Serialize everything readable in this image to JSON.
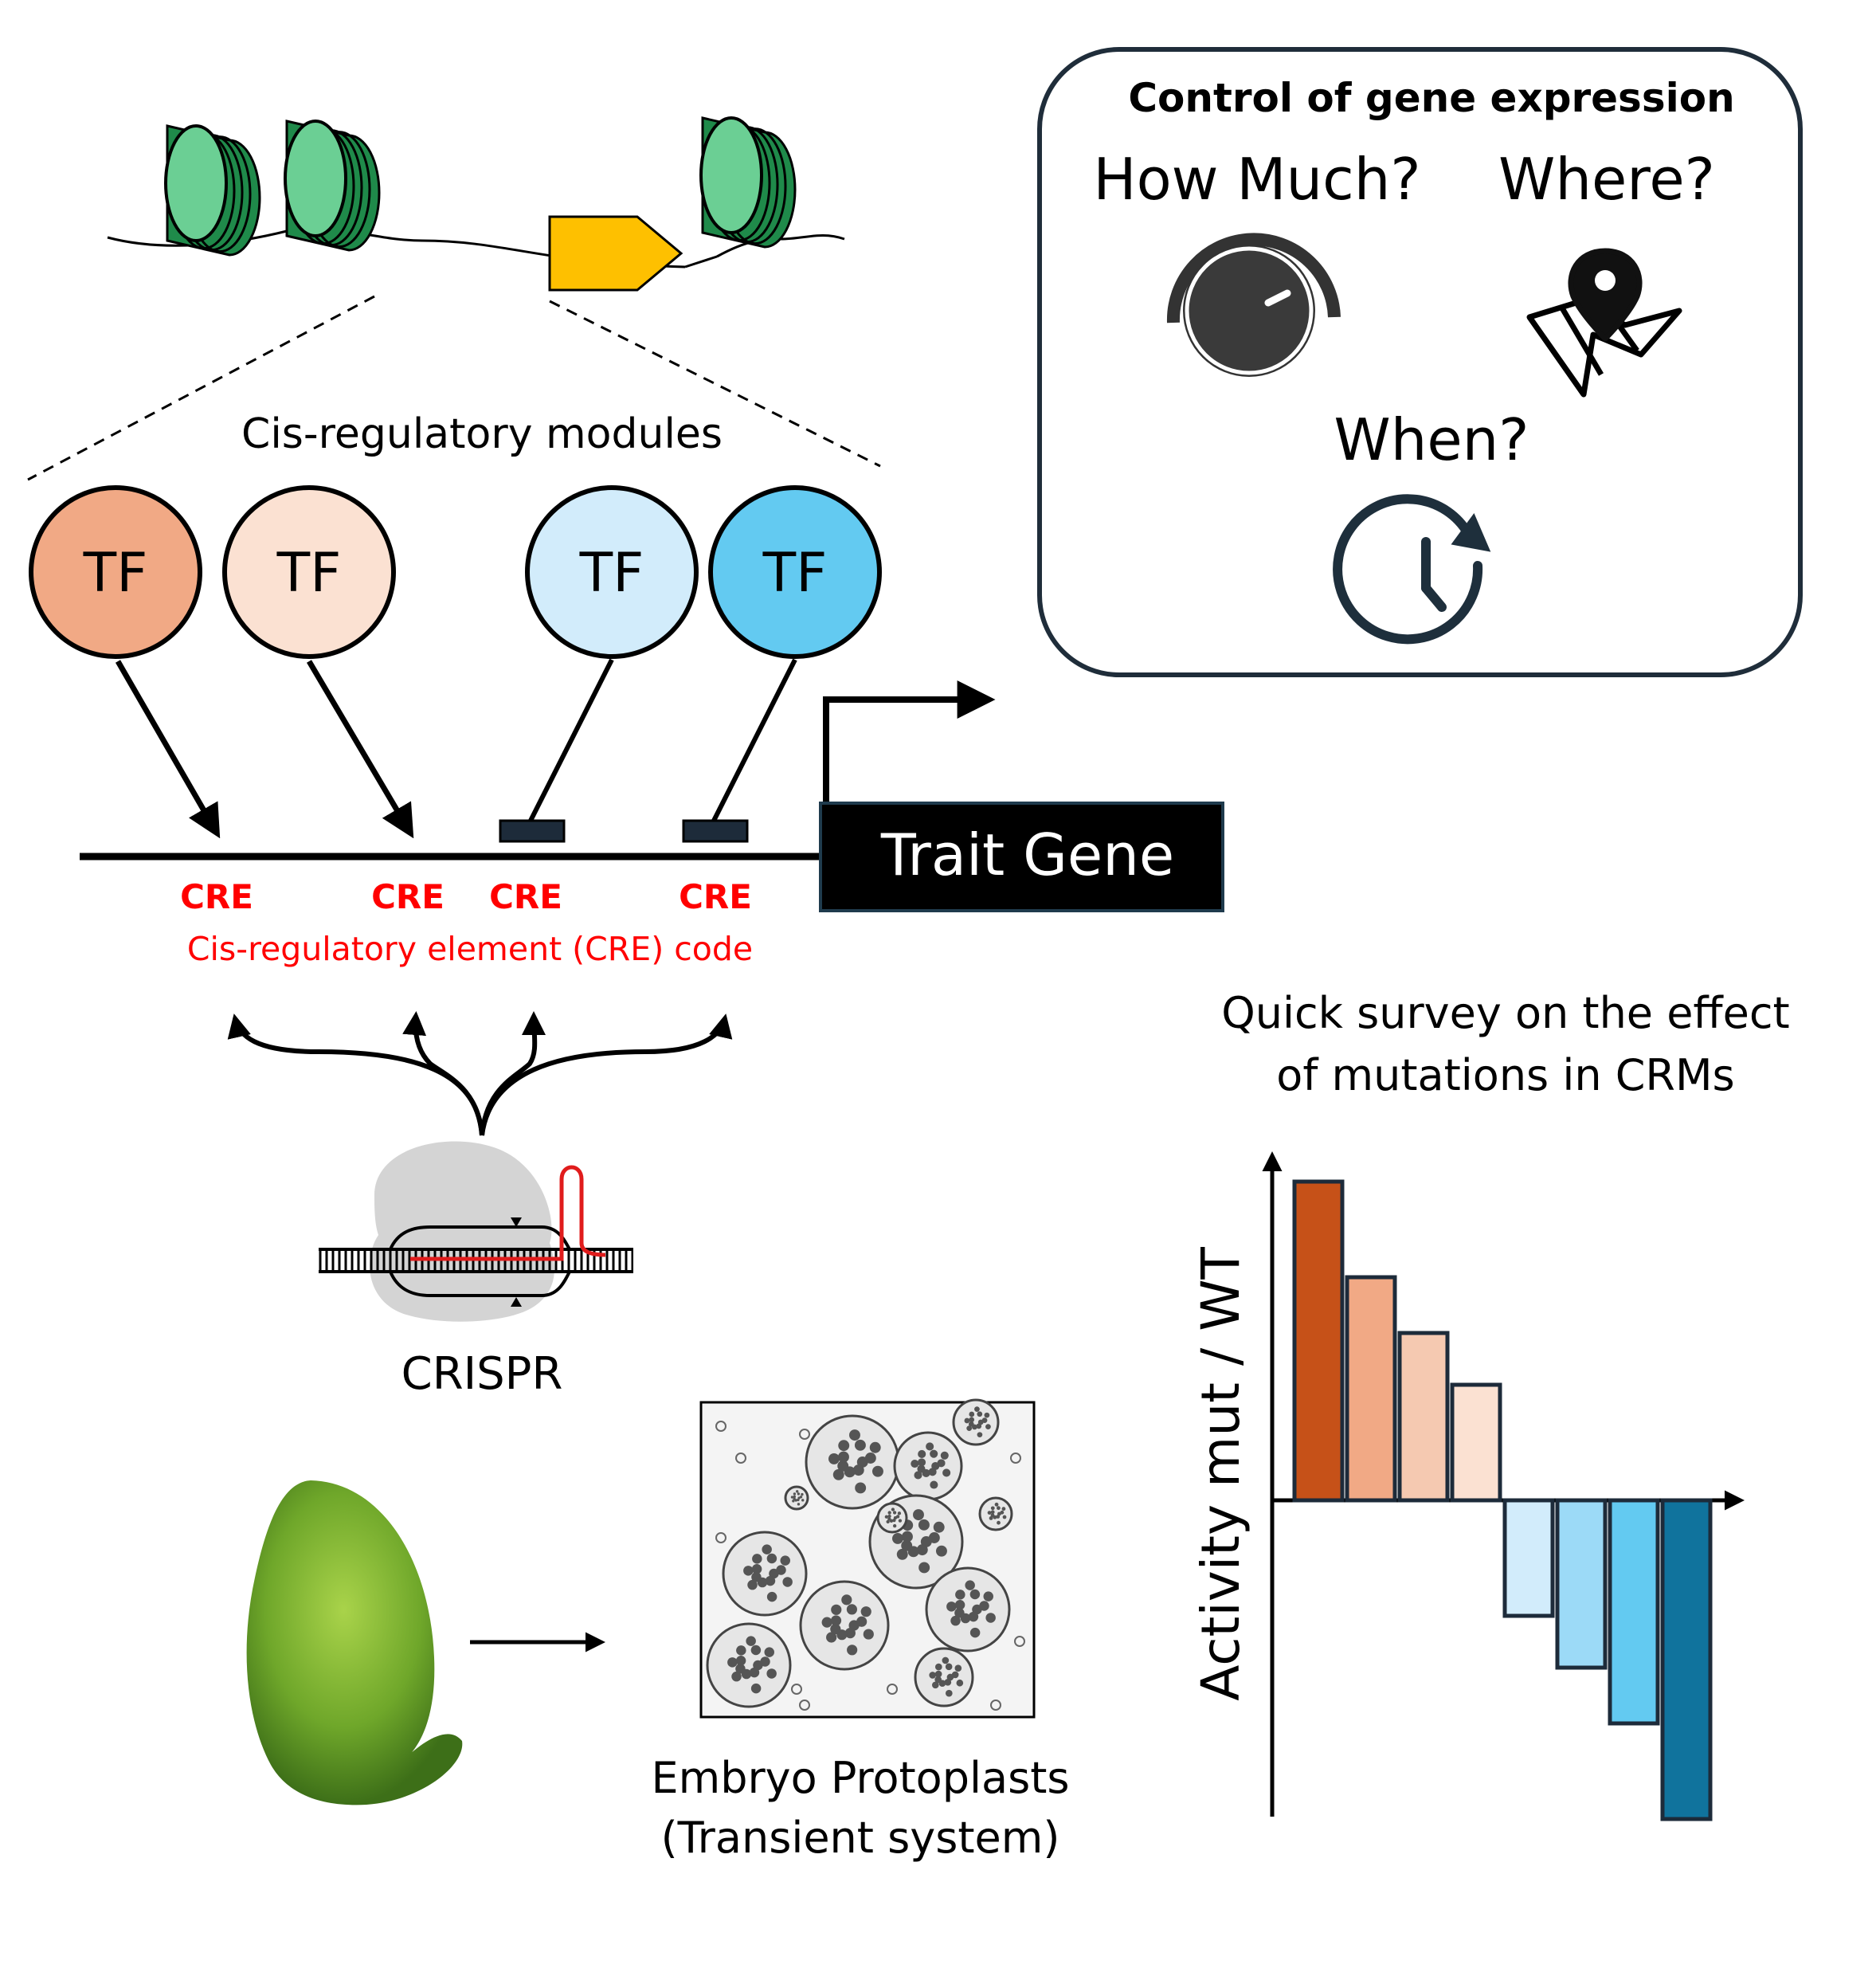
{
  "control_box": {
    "title": "Control of gene expression",
    "how_much": "How Much?",
    "where": "Where?",
    "when": "When?",
    "icons": [
      "dial-knob-icon",
      "map-pin-icon",
      "clock-refresh-icon"
    ]
  },
  "modules": {
    "label": "Cis-regulatory modules",
    "tf_label": "TF",
    "tf_colors": [
      "#f1a985",
      "#fbe1d2",
      "#d2ecfb",
      "#63caf1"
    ],
    "cre_label": "CRE",
    "cre_code": "Cis-regulatory element (CRE) code"
  },
  "gene": {
    "label": "Trait Gene",
    "promoter_color": "#fec000",
    "nucleosome_color": "#6bcf94"
  },
  "crispr": {
    "label": "CRISPR"
  },
  "protoplasts": {
    "line1": "Embryo Protoplasts",
    "line2": "(Transient system)"
  },
  "survey": {
    "line1": "Quick survey on the effect",
    "line2": "of mutations in CRMs"
  },
  "chart_data": {
    "type": "bar",
    "ylabel": "Activity mut / WT",
    "xlabel": "",
    "series": [
      {
        "values": [
          4.0,
          2.8,
          2.1,
          1.45,
          -1.45,
          -2.1,
          -2.8,
          -4.0
        ],
        "colors": [
          "#c65118",
          "#f1a985",
          "#f5c9b1",
          "#fbe1d2",
          "#d2ecfb",
          "#9cdaf7",
          "#63caf1",
          "#10739d"
        ]
      }
    ]
  }
}
